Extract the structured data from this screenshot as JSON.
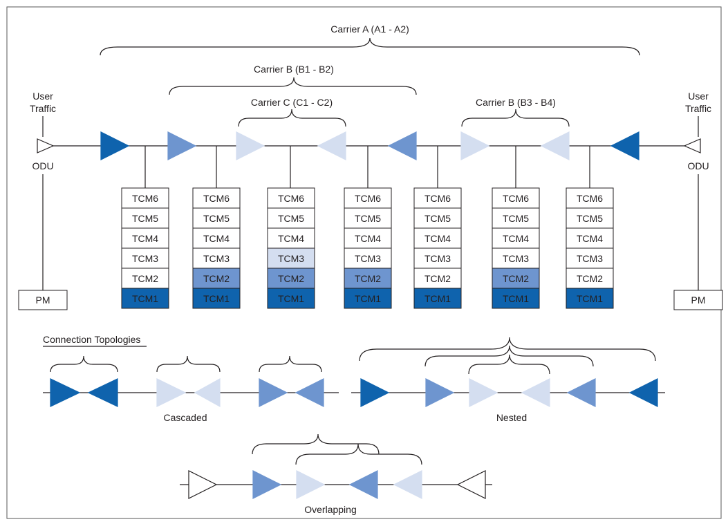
{
  "colors": {
    "dark": "#0f63ad",
    "medium": "#6e95cf",
    "light": "#d4def0",
    "white": "#ffffff",
    "line": "#231f20"
  },
  "carriers": {
    "a": "Carrier A (A1 - A2)",
    "b1": "Carrier B (B1 - B2)",
    "c": "Carrier C (C1 - C2)",
    "b2": "Carrier B (B3 - B4)"
  },
  "user_traffic": {
    "line1": "User",
    "line2": "Traffic"
  },
  "odu_label": "ODU",
  "pm_label": "PM",
  "tcm_labels": [
    "TCM6",
    "TCM5",
    "TCM4",
    "TCM3",
    "TCM2",
    "TCM1"
  ],
  "tcm_stacks": [
    {
      "fills": [
        "white",
        "white",
        "white",
        "white",
        "white",
        "dark"
      ]
    },
    {
      "fills": [
        "white",
        "white",
        "white",
        "white",
        "medium",
        "dark"
      ]
    },
    {
      "fills": [
        "white",
        "white",
        "white",
        "light",
        "medium",
        "dark"
      ]
    },
    {
      "fills": [
        "white",
        "white",
        "white",
        "white",
        "medium",
        "dark"
      ]
    },
    {
      "fills": [
        "white",
        "white",
        "white",
        "white",
        "white",
        "dark"
      ]
    },
    {
      "fills": [
        "white",
        "white",
        "white",
        "white",
        "medium",
        "dark"
      ]
    },
    {
      "fills": [
        "white",
        "white",
        "white",
        "white",
        "white",
        "dark"
      ]
    }
  ],
  "topologies": {
    "heading": "Connection Topologies",
    "cascaded": "Cascaded",
    "nested": "Nested",
    "overlapping": "Overlapping"
  }
}
